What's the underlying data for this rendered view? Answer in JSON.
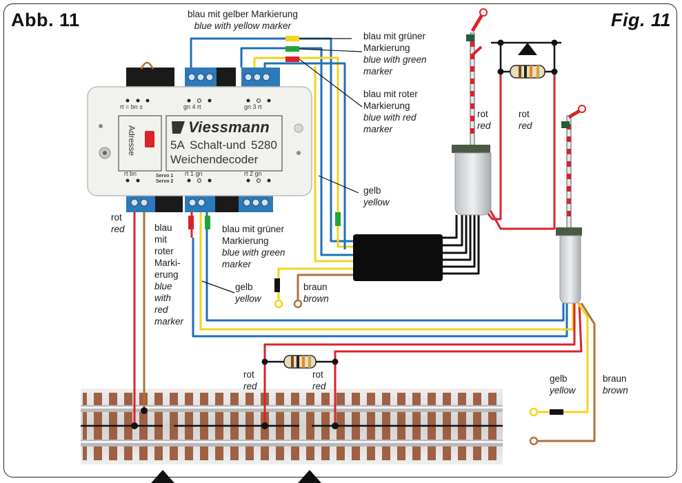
{
  "figure": {
    "title_left": "Abb. 11",
    "title_right": "Fig. 11"
  },
  "decoder": {
    "brand": "Viessmann",
    "model_line1_a": "5A",
    "model_line1_b": "Schalt-und",
    "model_number": "5280",
    "model_line2": "Weichendecoder",
    "address_label": "Adresse",
    "top_terminals_a": "rt = bn ±",
    "top_terminals_b": "gn 4 rt",
    "top_terminals_c": "gn 3 rt",
    "bottom_terminals_a": "rt bn",
    "bottom_terminals_b": "rt 1 gn",
    "bottom_terminals_c": "rt 2 gn",
    "servo1": "Servo 1",
    "servo2": "Servo 2"
  },
  "labels": {
    "blue_yellow_marker": {
      "de": "blau mit gelber Markierung",
      "en": "blue with yellow marker"
    },
    "blue_green_marker_top": {
      "de1": "blau mit grüner",
      "de2": "Markierung",
      "en1": "blue with green",
      "en2": "marker"
    },
    "blue_red_marker_top": {
      "de1": "blau mit roter",
      "de2": "Markierung",
      "en1": "blue with red",
      "en2": "marker"
    },
    "gelb_mid": {
      "de": "gelb",
      "en": "yellow"
    },
    "rot_left": {
      "de": "rot",
      "en": "red"
    },
    "blue_red_marker_left": {
      "l1": "blau",
      "l2": "mit",
      "l3": "roter",
      "l4": "Marki-",
      "l5": "erung",
      "l6": "blue",
      "l7": "with",
      "l8": "red",
      "l9": "marker"
    },
    "blue_green_marker_mid": {
      "de1": "blau mit grüner",
      "de2": "Markierung",
      "en1": "blue with green",
      "en2": "marker"
    },
    "gelb_low": {
      "de": "gelb",
      "en": "yellow"
    },
    "braun_low": {
      "de": "braun",
      "en": "brown"
    },
    "rot_signal1": {
      "de": "rot",
      "en": "red"
    },
    "rot_signal1b": {
      "de": "rot",
      "en": "red"
    },
    "rot_track1": {
      "de": "rot",
      "en": "red"
    },
    "rot_track2": {
      "de": "rot",
      "en": "red"
    },
    "gelb_right": {
      "de": "gelb",
      "en": "yellow"
    },
    "braun_right": {
      "de": "braun",
      "en": "brown"
    }
  },
  "colors": {
    "wire_blue": "#1f6fb5",
    "wire_yellow": "#f2d51c",
    "wire_red": "#d8232a",
    "wire_brown": "#b0703a",
    "wire_black": "#111111",
    "marker_green": "#23a43b",
    "decoder_body": "#f1f1ee",
    "terminal_blue": "#2e79b7",
    "rail_sleeper": "#9a5a3a",
    "track_bed": "#d9d9d9"
  },
  "icons": [
    "resistor-icon",
    "diode-triangle-icon",
    "semaphore-signal-icon",
    "track-section-icon",
    "terminal-block-icon"
  ]
}
